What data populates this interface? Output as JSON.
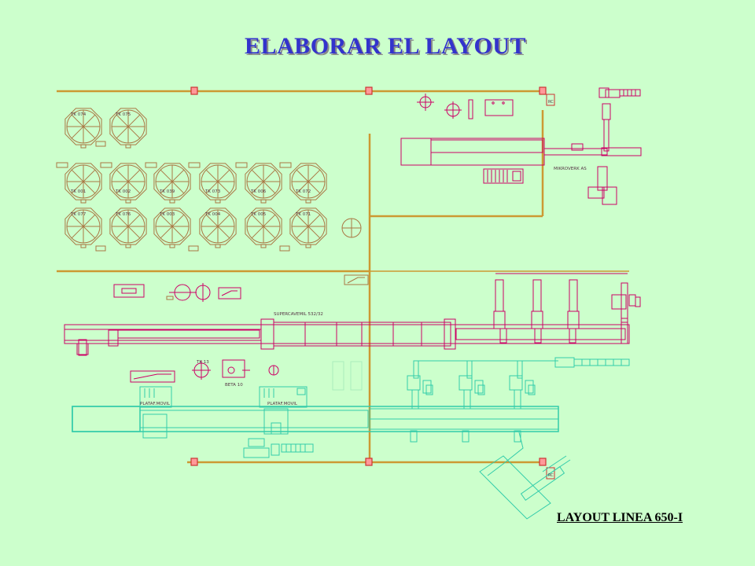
{
  "title": "ELABORAR EL LAYOUT",
  "caption": "LAYOUT LINEA 650-I",
  "colors": {
    "background": "#ccffcc",
    "title": "#3333cc",
    "wall": "#cc9933",
    "tank": "#aa7744",
    "equipment": "#cc0066",
    "line_lower": "#33ccaa",
    "column": "#cc3333"
  },
  "labels": {
    "tanks_row0": [
      "TK 074",
      "TK 075"
    ],
    "tanks_row1": [
      "TK 001",
      "TK 002",
      "TK 039",
      "TK 073",
      "TK 006",
      "TK 072"
    ],
    "tanks_row2": [
      "TK 077",
      "TK 076",
      "TK 003",
      "TK 004",
      "TK 005",
      "TK 071"
    ],
    "mikroverk": "MIKROVERK AS",
    "supercavemil": "SUPERCAVEMIL 532/32",
    "tk13": "TK 13",
    "beta10": "BETA 10",
    "plataf1": "PLATAF.MOVIL",
    "plataf2": "PLATAF.MOVIL",
    "rc": "RC"
  }
}
